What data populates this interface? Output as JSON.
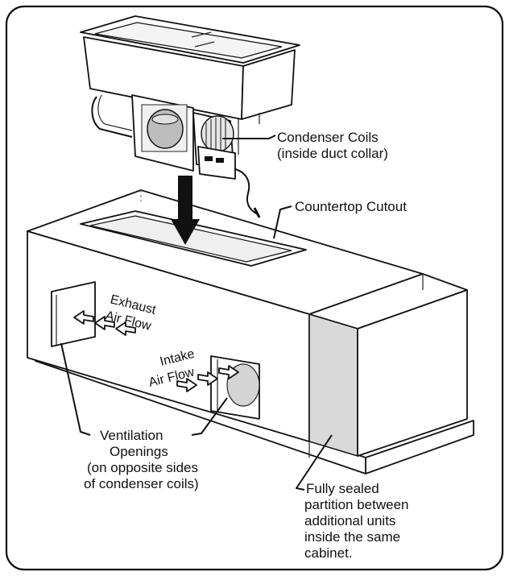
{
  "labels": {
    "condenser_line1": "Condenser Coils",
    "condenser_line2": "(inside duct collar)",
    "countertop": "Countertop Cutout",
    "exhaust_line1": "Exhaust",
    "exhaust_line2": "Air Flow",
    "intake_line1": "Intake",
    "intake_line2": "Air Flow",
    "vent_line1": "Ventilation",
    "vent_line2": "Openings",
    "vent_line3": "(on opposite sides",
    "vent_line4": "of condenser coils)",
    "partition_line1": "Fully sealed",
    "partition_line2": "partition between",
    "partition_line3": "additional units",
    "partition_line4": "inside the same",
    "partition_line5": "cabinet."
  },
  "colors": {
    "line": "#111111",
    "partition_shade": "#d9d9d9",
    "background": "#ffffff"
  }
}
